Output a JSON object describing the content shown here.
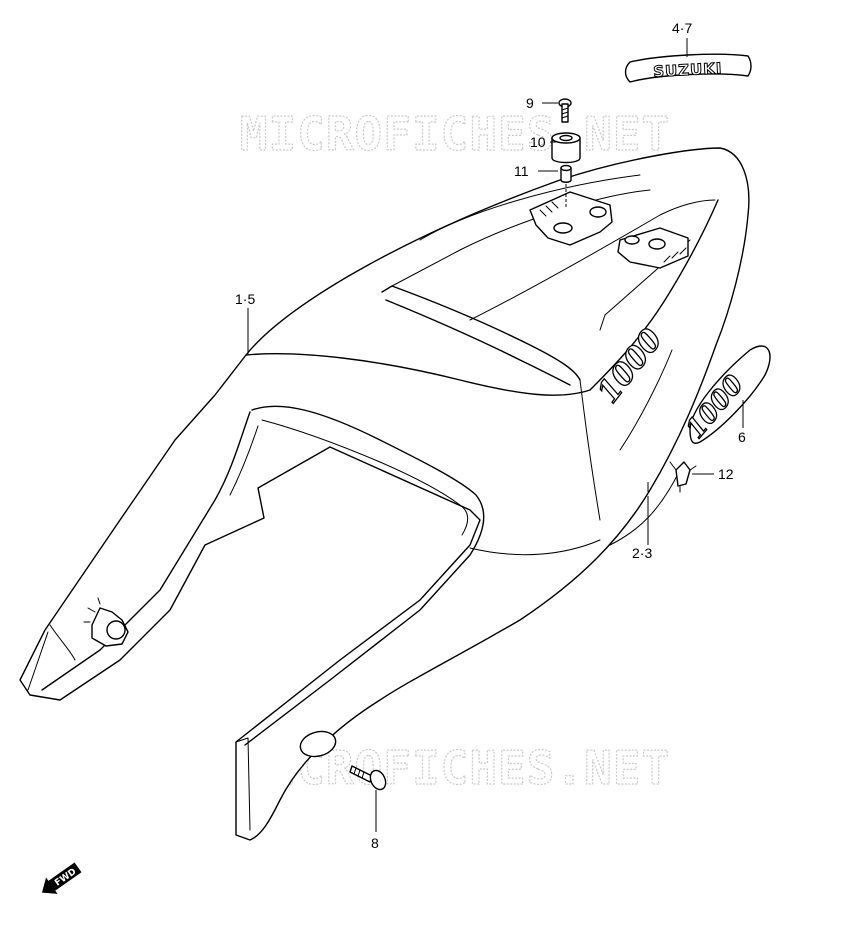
{
  "watermark": {
    "text": "MICROFICHES.NET"
  },
  "emblems": {
    "brand": "SUZUKI",
    "model": "1000"
  },
  "direction_marker": {
    "label": "FWD"
  },
  "callouts": [
    {
      "id": "c-4-7",
      "label": "4·7"
    },
    {
      "id": "c-9",
      "label": "9"
    },
    {
      "id": "c-10",
      "label": "10"
    },
    {
      "id": "c-11",
      "label": "11"
    },
    {
      "id": "c-1-5",
      "label": "1·5"
    },
    {
      "id": "c-6",
      "label": "6"
    },
    {
      "id": "c-12",
      "label": "12"
    },
    {
      "id": "c-2-3",
      "label": "2·3"
    },
    {
      "id": "c-8",
      "label": "8"
    }
  ],
  "colors": {
    "line": "#000000",
    "watermark": "#c9c9c9",
    "background": "#ffffff"
  }
}
